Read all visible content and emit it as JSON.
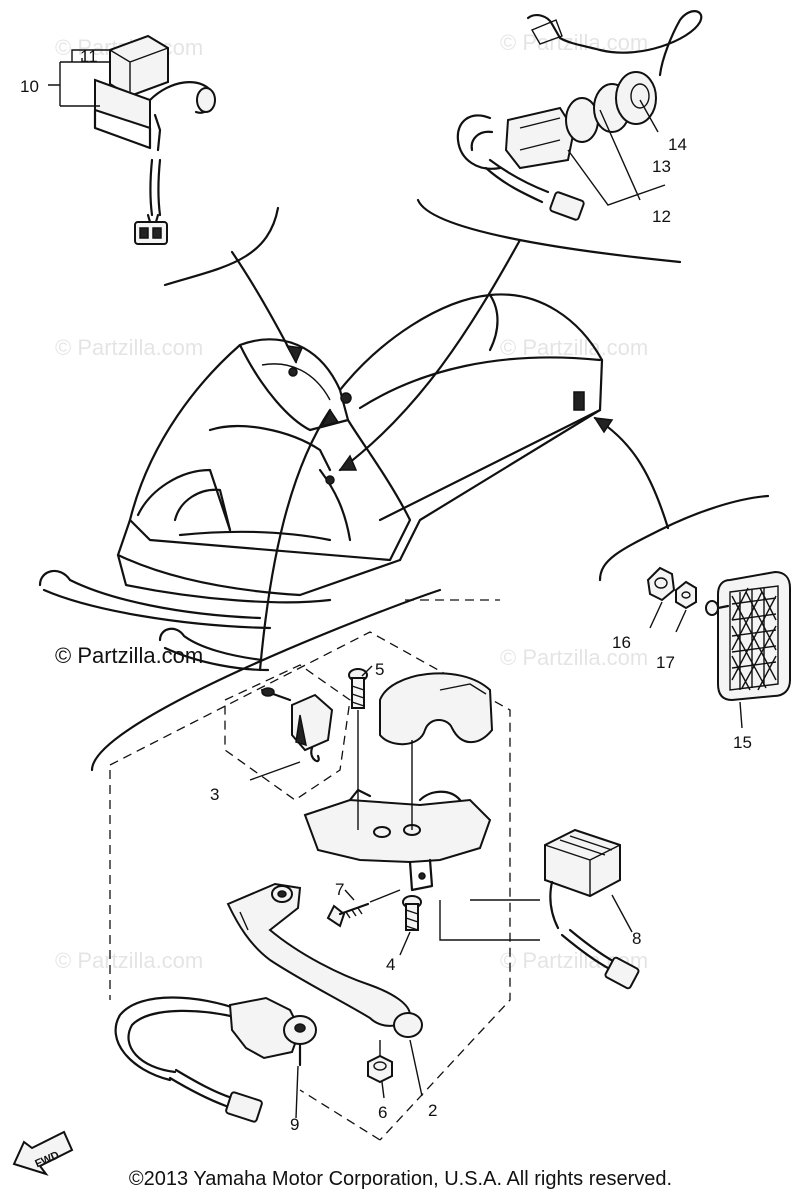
{
  "watermark": "© Partzilla.com",
  "copyright": "©2013 Yamaha Motor Corporation, U.S.A. All rights reserved.",
  "fwd_label": "FWD",
  "callouts": {
    "c2": "2",
    "c3": "3",
    "c4": "4",
    "c5": "5",
    "c6": "6",
    "c7": "7",
    "c8": "8",
    "c9": "9",
    "c10": "10",
    "c11": "11",
    "c12": "12",
    "c13": "13",
    "c14": "14",
    "c15": "15",
    "c16": "16",
    "c17": "17"
  }
}
